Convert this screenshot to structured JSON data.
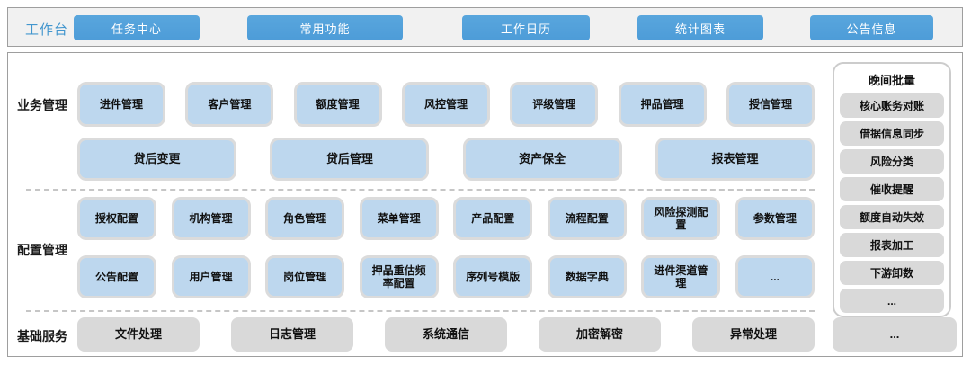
{
  "topbar": {
    "label": "工作台",
    "buttons": [
      "任务中心",
      "常用功能",
      "工作日历",
      "统计图表",
      "公告信息"
    ]
  },
  "business": {
    "label": "业务管理",
    "row1": [
      "进件管理",
      "客户管理",
      "额度管理",
      "风控管理",
      "评级管理",
      "押品管理",
      "授信管理"
    ],
    "row2": [
      "贷后变更",
      "贷后管理",
      "资产保全",
      "报表管理"
    ]
  },
  "config": {
    "label": "配置管理",
    "row1": [
      "授权配置",
      "机构管理",
      "角色管理",
      "菜单管理",
      "产品配置",
      "流程配置",
      "风险探测配置",
      "参数管理"
    ],
    "row2": [
      "公告配置",
      "用户管理",
      "岗位管理",
      "押品重估频率配置",
      "序列号模版",
      "数据字典",
      "进件渠道管理",
      "..."
    ]
  },
  "base": {
    "label": "基础服务",
    "items": [
      "文件处理",
      "日志管理",
      "系统通信",
      "加密解密",
      "异常处理"
    ],
    "more": "..."
  },
  "night_batch": {
    "title": "晚间批量",
    "items": [
      "核心账务对账",
      "借据信息同步",
      "风险分类",
      "催收提醒",
      "额度自动失效",
      "报表加工",
      "下游卸数",
      "..."
    ]
  },
  "colors": {
    "accent_blue": "#4d9cd8",
    "light_blue": "#bdd7ee",
    "box_border": "#dbdbdb",
    "gray_box": "#d9d9d9",
    "panel_border": "#9e9e9e",
    "label_blue": "#4296ce"
  }
}
